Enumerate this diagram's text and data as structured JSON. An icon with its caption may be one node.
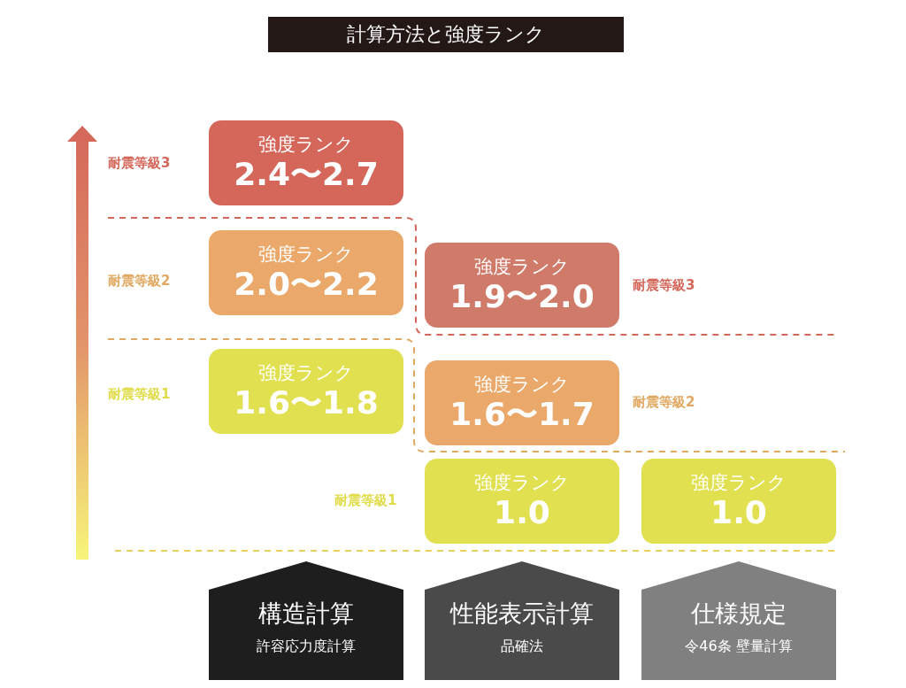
{
  "diagram": {
    "title": "計算方法と強度ランク",
    "nodes": [
      {
        "text": [
          "強度ランク",
          "2.4〜2.7"
        ],
        "beside": [
          "耐震等級3"
        ]
      },
      {
        "text": [
          "強度ランク",
          "2.0〜2.2"
        ],
        "beside": [
          "耐震等級2"
        ]
      },
      {
        "text": [
          "強度ランク",
          "1.9〜2.0"
        ],
        "beside": [
          "耐震等級3"
        ]
      },
      {
        "text": [
          "強度ランク",
          "1.6〜1.8"
        ],
        "beside": [
          "耐震等級1"
        ]
      },
      {
        "text": [
          "強度ランク",
          "1.6〜1.7"
        ],
        "beside": [
          "耐震等級2"
        ]
      },
      {
        "text": [
          "強度ランク",
          "1.0"
        ],
        "beside": [
          "耐震等級1"
        ]
      },
      {
        "text": [
          "強度ランク",
          "1.0"
        ]
      },
      {
        "text": [
          "構造計算",
          "許容応力度計算"
        ]
      },
      {
        "text": [
          "性能表示計算",
          "品確法"
        ]
      },
      {
        "text": [
          "仕様規定",
          "令46条 壁量計算"
        ]
      }
    ],
    "edges": []
  }
}
